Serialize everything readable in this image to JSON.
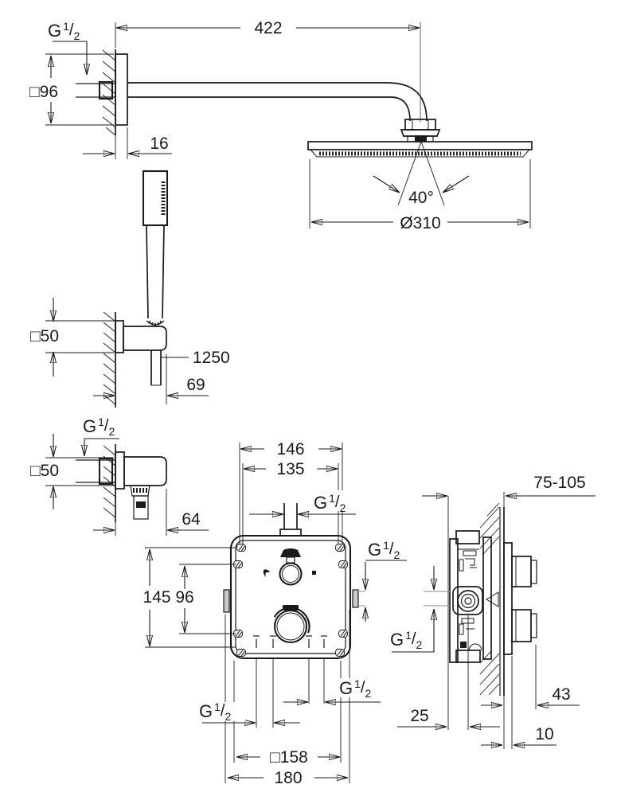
{
  "drawing": {
    "type": "technical-installation-diagram",
    "views": [
      "head-shower-arm-side-view",
      "head-shower-front-view",
      "hand-shower-with-holder",
      "wall-union-elbow",
      "concealed-mixer-front-view",
      "concealed-mixer-section-side-view"
    ]
  },
  "thread_label": {
    "letter": "G",
    "numerator": "1",
    "slash": "/",
    "denominator": "2"
  },
  "dims": {
    "arm_length": "422",
    "arm_flange_size": "□96",
    "arm_flange_depth": "16",
    "spray_angle": "40°",
    "head_diameter": "Ø310",
    "holder_flange_size": "□50",
    "hose_length": "1250",
    "holder_projection": "69",
    "union_flange_size": "□50",
    "union_projection": "64",
    "rough_in_width_outer": "146",
    "rough_in_width_inner": "135",
    "rough_in_height_outer": "145",
    "rough_in_height_inner": "96",
    "template_square": "□158",
    "template_width": "180",
    "installation_depth_range": "75-105",
    "supply_center_depth": "25",
    "handle_projection": "43",
    "trim_depth": "10"
  },
  "colors": {
    "line": "#1a1a1a",
    "background": "#ffffff"
  }
}
